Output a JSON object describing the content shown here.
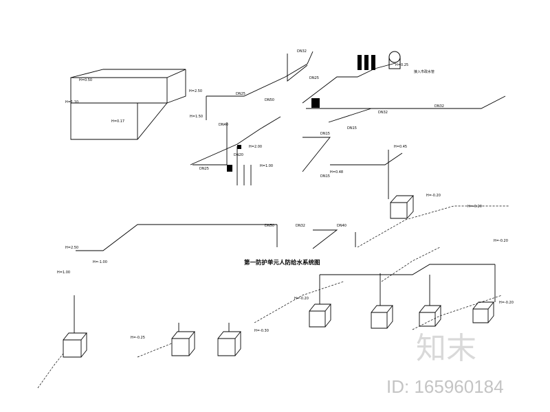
{
  "diagram": {
    "title": "第一防护单元人防给水系统图",
    "labels": [
      {
        "key": "dn25_a",
        "text": "DN25"
      },
      {
        "key": "dn25_b",
        "text": "DN25"
      },
      {
        "key": "dn25_c",
        "text": "DN25"
      },
      {
        "key": "dn32_a",
        "text": "DN32"
      },
      {
        "key": "dn32_b",
        "text": "DN32"
      },
      {
        "key": "dn32_c",
        "text": "DN32"
      },
      {
        "key": "dn32_d",
        "text": "DN32"
      },
      {
        "key": "dn40_a",
        "text": "DN40"
      },
      {
        "key": "dn40_b",
        "text": "DN40"
      },
      {
        "key": "dn50_a",
        "text": "DN50"
      },
      {
        "key": "dn50_b",
        "text": "DN50"
      },
      {
        "key": "dn15_a",
        "text": "DN15"
      },
      {
        "key": "dn15_b",
        "text": "DN15"
      },
      {
        "key": "dn15_c",
        "text": "DN15"
      },
      {
        "key": "dn20_a",
        "text": "DN20"
      },
      {
        "key": "h_250_a",
        "text": "H=2.50"
      },
      {
        "key": "h_250_b",
        "text": "H=2.50"
      },
      {
        "key": "h_150",
        "text": "H=1.50"
      },
      {
        "key": "h_110",
        "text": "H=1.10"
      },
      {
        "key": "h_200",
        "text": "H=2.00"
      },
      {
        "key": "h_100_a",
        "text": "H=1.00"
      },
      {
        "key": "h_100_b",
        "text": "H=1.00"
      },
      {
        "key": "h_045",
        "text": "H=0.45"
      },
      {
        "key": "h_048",
        "text": "H=0.48"
      },
      {
        "key": "h_m020_a",
        "text": "H=-0.20"
      },
      {
        "key": "h_m020_b",
        "text": "H=-0.20"
      },
      {
        "key": "h_m020_c",
        "text": "H=-0.20"
      },
      {
        "key": "h_m020_d",
        "text": "H=-0.20"
      },
      {
        "key": "h_m020_e",
        "text": "H=-0.20"
      },
      {
        "key": "h_m030",
        "text": "H=-0.30"
      },
      {
        "key": "h_m025",
        "text": "H=-0.25"
      },
      {
        "key": "h_017",
        "text": "H=0.17"
      },
      {
        "key": "h_050",
        "text": "H=0.50"
      },
      {
        "key": "h_m100",
        "text": "H=-1.00"
      },
      {
        "key": "tank_a",
        "text": "H=0.25"
      },
      {
        "key": "city_water",
        "text": "接入市政水管"
      }
    ]
  },
  "watermark": {
    "mark": "知末",
    "id": "ID: 165960184"
  }
}
